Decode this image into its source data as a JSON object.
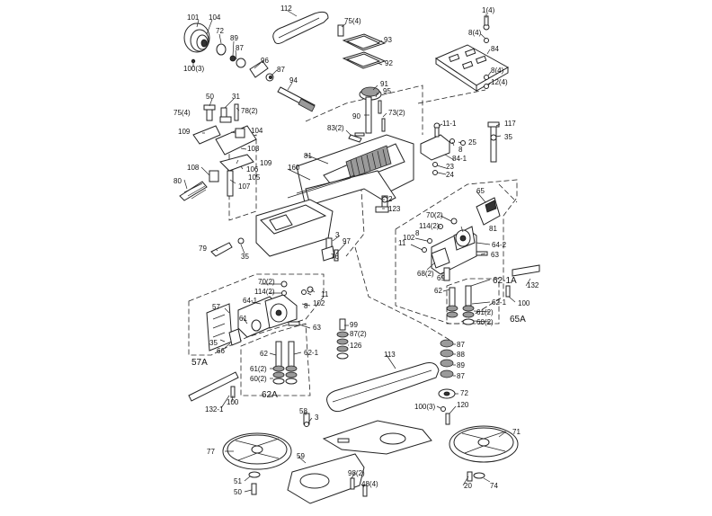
{
  "diagram": {
    "labels": [
      {
        "text": "101"
      },
      {
        "text": "104"
      },
      {
        "text": "72"
      },
      {
        "text": "89"
      },
      {
        "text": "87"
      },
      {
        "text": "100(3)"
      },
      {
        "text": "96"
      },
      {
        "text": "87"
      },
      {
        "text": "112"
      },
      {
        "text": "75(4)"
      },
      {
        "text": "93"
      },
      {
        "text": "92"
      },
      {
        "text": "91"
      },
      {
        "text": "95"
      },
      {
        "text": "73(2)"
      },
      {
        "text": "90"
      },
      {
        "text": "83(2)"
      },
      {
        "text": "94"
      },
      {
        "text": "1(4)"
      },
      {
        "text": "8(4)"
      },
      {
        "text": "84"
      },
      {
        "text": "8(4)"
      },
      {
        "text": "12(4)"
      },
      {
        "text": "50"
      },
      {
        "text": "31"
      },
      {
        "text": "78(2)"
      },
      {
        "text": "75(4)"
      },
      {
        "text": "104"
      },
      {
        "text": "109"
      },
      {
        "text": "103"
      },
      {
        "text": "109"
      },
      {
        "text": "106"
      },
      {
        "text": "105"
      },
      {
        "text": "108"
      },
      {
        "text": "107"
      },
      {
        "text": "80"
      },
      {
        "text": "160"
      },
      {
        "text": "81"
      },
      {
        "text": "11-1"
      },
      {
        "text": "8"
      },
      {
        "text": "25"
      },
      {
        "text": "117"
      },
      {
        "text": "35"
      },
      {
        "text": "84-1"
      },
      {
        "text": "23"
      },
      {
        "text": "24"
      },
      {
        "text": "2"
      },
      {
        "text": "123"
      },
      {
        "text": "65"
      },
      {
        "text": "70(2)"
      },
      {
        "text": "114(2)"
      },
      {
        "text": "81"
      },
      {
        "text": "102"
      },
      {
        "text": "8"
      },
      {
        "text": "11"
      },
      {
        "text": "64-2"
      },
      {
        "text": "63"
      },
      {
        "text": "68(2)"
      },
      {
        "text": "69"
      },
      {
        "text": "62"
      },
      {
        "text": "62-1A"
      },
      {
        "text": "62-1"
      },
      {
        "text": "61(2)"
      },
      {
        "text": "60(2)"
      },
      {
        "text": "132"
      },
      {
        "text": "100"
      },
      {
        "text": "65A"
      },
      {
        "text": "79"
      },
      {
        "text": "35"
      },
      {
        "text": "3"
      },
      {
        "text": "97"
      },
      {
        "text": "76"
      },
      {
        "text": "70(2)"
      },
      {
        "text": "114(2)"
      },
      {
        "text": "11"
      },
      {
        "text": "8"
      },
      {
        "text": "102"
      },
      {
        "text": "64-1"
      },
      {
        "text": "57"
      },
      {
        "text": "61"
      },
      {
        "text": "63"
      },
      {
        "text": "35"
      },
      {
        "text": "66"
      },
      {
        "text": "57A"
      },
      {
        "text": "62"
      },
      {
        "text": "62-1"
      },
      {
        "text": "61(2)"
      },
      {
        "text": "60(2)"
      },
      {
        "text": "62A"
      },
      {
        "text": "99"
      },
      {
        "text": "87(2)"
      },
      {
        "text": "126"
      },
      {
        "text": "113"
      },
      {
        "text": "87"
      },
      {
        "text": "88"
      },
      {
        "text": "89"
      },
      {
        "text": "87"
      },
      {
        "text": "72"
      },
      {
        "text": "100(3)"
      },
      {
        "text": "120"
      },
      {
        "text": "132-1"
      },
      {
        "text": "100"
      },
      {
        "text": "58"
      },
      {
        "text": "3"
      },
      {
        "text": "71"
      },
      {
        "text": "77"
      },
      {
        "text": "59"
      },
      {
        "text": "98(2)"
      },
      {
        "text": "48(4)"
      },
      {
        "text": "51"
      },
      {
        "text": "50"
      },
      {
        "text": "20"
      },
      {
        "text": "74"
      }
    ]
  }
}
